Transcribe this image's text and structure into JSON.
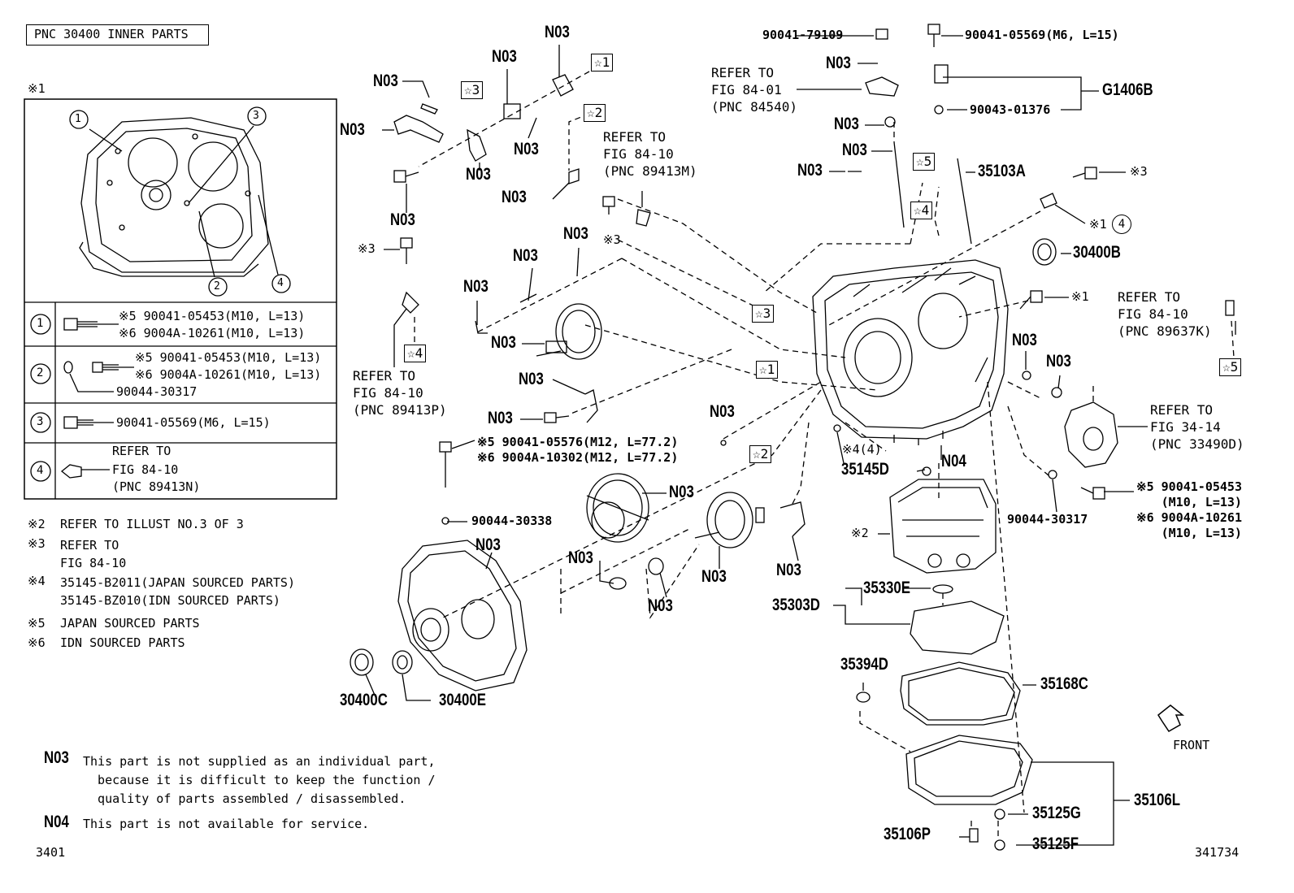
{
  "header": {
    "title": "PNC 30400 INNER PARTS"
  },
  "inset": {
    "marker": "※1",
    "callouts": [
      "1",
      "2",
      "3",
      "4"
    ],
    "rows": [
      {
        "num": "1",
        "lines": [
          "※5 90041-05453(M10, L=13)",
          "※6 9004A-10261(M10, L=13)"
        ]
      },
      {
        "num": "2",
        "lines": [
          "※5 90041-05453(M10, L=13)",
          "※6 9004A-10261(M10, L=13)",
          "90044-30317"
        ]
      },
      {
        "num": "3",
        "lines": [
          "90041-05569(M6, L=15)"
        ]
      },
      {
        "num": "4",
        "lines": [
          "REFER TO",
          "FIG 84-10",
          "(PNC 89413N)"
        ]
      }
    ]
  },
  "notes": [
    {
      "mark": "※2",
      "text": "REFER TO ILLUST NO.3 OF 3"
    },
    {
      "mark": "※3",
      "text": "REFER TO\nFIG 84-10"
    },
    {
      "mark": "※4",
      "text": "35145-B2011(JAPAN SOURCED PARTS)\n35145-BZ010(IDN SOURCED PARTS)"
    },
    {
      "mark": "※5",
      "text": "JAPAN SOURCED PARTS"
    },
    {
      "mark": "※6",
      "text": "IDN SOURCED PARTS"
    }
  ],
  "legend": [
    {
      "code": "N03",
      "text": "This part is not supplied as an individual part,\n  because it is difficult to keep the function /\n  quality of parts assembled / disassembled."
    },
    {
      "code": "N04",
      "text": "This part is not available for service."
    }
  ],
  "footer": {
    "left": "3401",
    "right": "341734"
  },
  "labels": {
    "n03": "N03",
    "n04": "N04",
    "p90041_79109": "90041-79109",
    "p90041_05569": "90041-05569(M6, L=15)",
    "g1406b": "G1406B",
    "p90043_01376": "90043-01376",
    "refer_84_01": "REFER TO\nFIG 84-01\n(PNC 84540)",
    "refer_84_10_m": "REFER TO\nFIG 84-10\n(PNC 89413M)",
    "refer_84_10_p": "REFER TO\nFIG 84-10\n(PNC 89413P)",
    "refer_84_10_k": "REFER TO\nFIG 84-10\n(PNC 89637K)",
    "refer_34_14": "REFER TO\nFIG 34-14\n(PNC 33490D)",
    "p35103a": "35103A",
    "p30400b": "30400B",
    "p30400c": "30400C",
    "p30400e": "30400E",
    "p35145d": "35145D",
    "note4": "※4(4)",
    "p90044_30317": "90044-30317",
    "p90044_30338": "90044-30338",
    "bolt_right": "※5 90041-05453\n(M10, L=13)\n※6 9004A-10261\n(M10, L=13)",
    "bolt_long": "※5 90041-05576(M12, L=77.2)\n※6 9004A-10302(M12, L=77.2)",
    "note2": "※2",
    "p35330e": "35330E",
    "p35303d": "35303D",
    "p35394d": "35394D",
    "p35168c": "35168C",
    "p35106l": "35106L",
    "p35125g": "35125G",
    "p35125f": "35125F",
    "p35106p": "35106P",
    "front": "FRONT",
    "star1": "☆1",
    "star2": "☆2",
    "star3": "☆3",
    "star4": "☆4",
    "star5": "☆5",
    "mark1": "※1",
    "mark3": "※3",
    "mark1_4": "※1",
    "circle4": "4"
  }
}
